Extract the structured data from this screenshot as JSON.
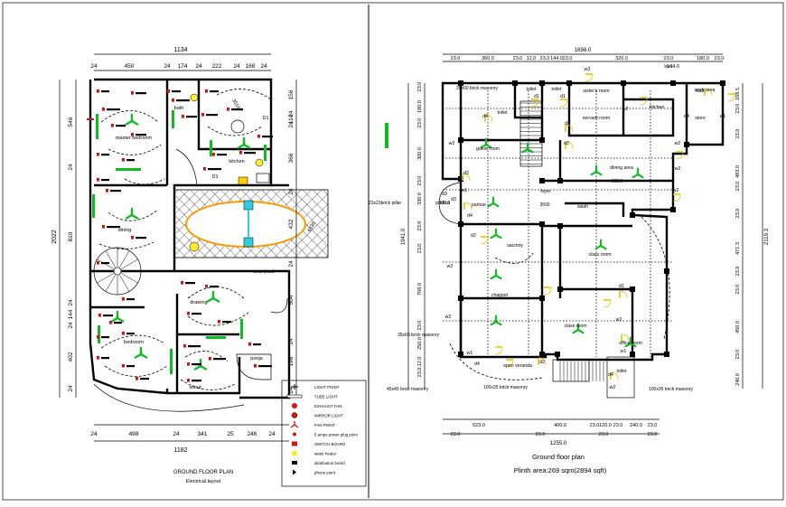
{
  "left_plan": {
    "title": "GROUND FLOOR PLAN",
    "subtitle": "Electrical layout",
    "dims_top_total": "1134",
    "dims_top": [
      "24",
      "450",
      "24",
      "174",
      "24",
      "222",
      "24",
      "168",
      "24"
    ],
    "dims_bottom_total": "1182",
    "dims_bottom": [
      "24",
      "498",
      "24",
      "341",
      "25",
      "246",
      "24"
    ],
    "dims_left_total": "2022",
    "dims_left": [
      "546",
      "24",
      "810",
      "24",
      "144",
      "24",
      "402",
      "24"
    ],
    "dims_right": [
      "156",
      "24",
      "114",
      "24",
      "366",
      "24",
      "432",
      "24",
      "504",
      "24",
      "198",
      "24"
    ],
    "room_labels": [
      "master bedroom",
      "kitchen",
      "dining",
      "drawing",
      "bedroom",
      "sitout",
      "pooja",
      "courtyard",
      "bath",
      "D1",
      "D1",
      "4338",
      "3016"
    ],
    "legend": [
      {
        "icon": "light-point",
        "label": "LIGHT POINT"
      },
      {
        "icon": "tube-light",
        "label": "TUBE LIGHT"
      },
      {
        "icon": "exhaust-fan",
        "label": "EXHAUST FAN"
      },
      {
        "icon": "mirror-light",
        "label": "MIRROR LIGHT"
      },
      {
        "icon": "fan-point",
        "label": "FAN POINT"
      },
      {
        "icon": "power-plug",
        "label": "5 amps power plug point"
      },
      {
        "icon": "switch-board",
        "label": "SWITCH BOARD"
      },
      {
        "icon": "water-heater",
        "label": "water heater"
      },
      {
        "icon": "distribution-board",
        "label": "distribution board"
      },
      {
        "icon": "phone-point",
        "label": "phone point"
      }
    ]
  },
  "right_plan": {
    "title": "Ground floor plan",
    "plinth": "Plinth area:269 sqm(2894 sqft)",
    "dims_top_total": "1698.0",
    "dims_top": [
      "23.0",
      "360.0",
      "23.0",
      "12.0",
      "23.0",
      "144.0",
      "23.0",
      "320.0",
      "23.0",
      "180.0",
      "23.0"
    ],
    "dims_top2": [
      "144.0"
    ],
    "dims_bottom": [
      "523.0",
      "400.0",
      "23.0",
      "120.0",
      "23.0",
      "240.0",
      "23.0"
    ],
    "dims_bottom2": [
      "23.0",
      "23.0",
      "23.0",
      "23.0"
    ],
    "dims_bottom_total": "1255.0",
    "dims_left_total": "1941.0",
    "dims_left": [
      "23.0",
      "180.0",
      "23.0",
      "300.0",
      "23.0",
      "330.0",
      "23.0",
      "23.0",
      "706.0",
      "23.0",
      "250.0",
      "12.0",
      "23.0"
    ],
    "dims_right": [
      "168.5",
      "23.0",
      "23.0",
      "483.0",
      "23.0",
      "23.0",
      "471.3",
      "23.0",
      "23.0",
      "450.0",
      "23.0",
      "240.0"
    ],
    "dims_right_total": "2119.3",
    "room_labels": [
      "toilet",
      "toilet",
      "toilet",
      "sister's room",
      "servant room",
      "kitchen",
      "work area",
      "store",
      "guest room",
      "dining area",
      "portico",
      "parlour",
      "foyer",
      "wash",
      "sacristy",
      "class room",
      "chappel",
      "class room",
      "open veranda",
      "office room",
      "toilet"
    ],
    "door_labels": [
      "d1",
      "d1",
      "d4",
      "kw1",
      "kw2",
      "w3",
      "w1",
      "w2",
      "d2",
      "w2",
      "d4",
      "w2",
      "d2",
      "d2",
      "w1",
      "d3",
      "w2",
      "d3",
      "w2",
      "d4",
      "w2",
      "d1",
      "d2",
      "w2",
      "w1",
      "w2",
      "d4",
      "d2",
      "w1",
      "d4",
      "w2"
    ],
    "annotations": [
      "35x60 brick masonry",
      "23x23brick pillar",
      "35x60 brick masonry",
      "45x45 brick masonry",
      "100x35 brick masonry",
      "100x35 brick masonry",
      "300.0",
      "3500",
      "390.0"
    ]
  }
}
